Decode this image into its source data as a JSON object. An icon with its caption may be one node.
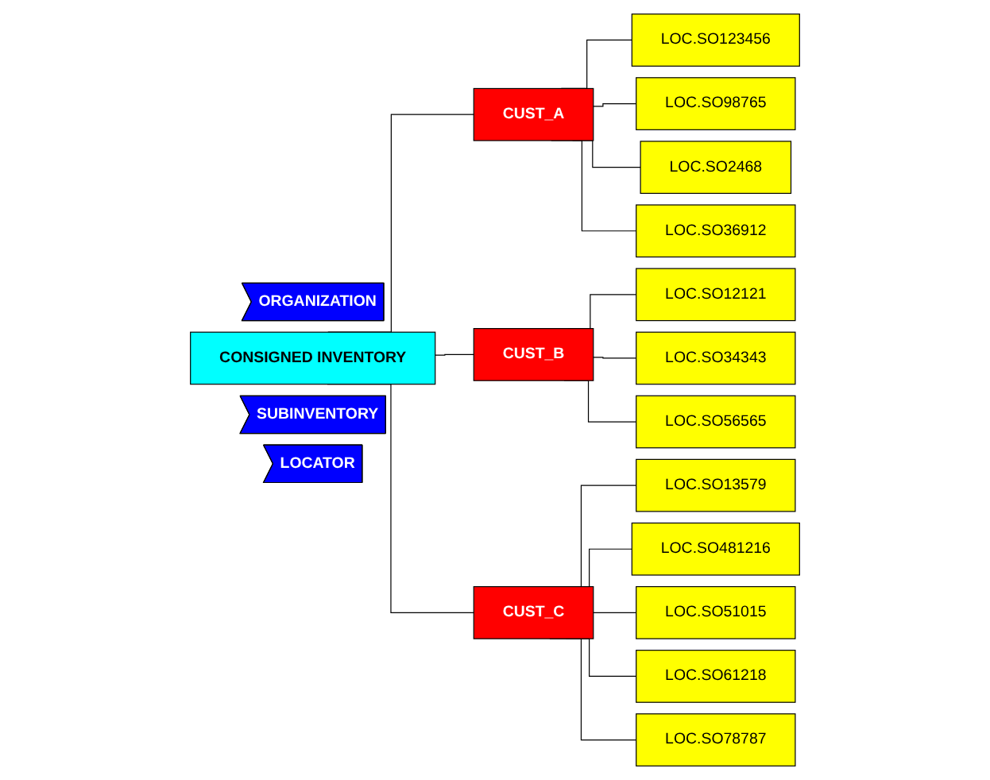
{
  "diagram": {
    "nodes": [
      {
        "text": [
          "ORGANIZATION"
        ]
      },
      {
        "text": [
          "CONSIGNED INVENTORY"
        ]
      },
      {
        "text": [
          "SUBINVENTORY"
        ]
      },
      {
        "text": [
          "CUST_A"
        ]
      },
      {
        "text": [
          "CUST_B"
        ]
      },
      {
        "text": [
          "CUST_C"
        ]
      },
      {
        "text": [
          "LOCATOR"
        ]
      },
      {
        "text": [
          "LOC.SO123456"
        ]
      },
      {
        "text": [
          "LOC.SO98765"
        ]
      },
      {
        "text": [
          "LOC.SO2468"
        ]
      },
      {
        "text": [
          "LOC.SO36912"
        ]
      },
      {
        "text": [
          "LOC.SO12121"
        ]
      },
      {
        "text": [
          "LOC.SO34343"
        ]
      },
      {
        "text": [
          "LOC.SO56565"
        ]
      },
      {
        "text": [
          "LOC.SO13579"
        ]
      },
      {
        "text": [
          "LOC.SO481216"
        ]
      },
      {
        "text": [
          "LOC.SO51015"
        ]
      },
      {
        "text": [
          "LOC.SO61218"
        ]
      },
      {
        "text": [
          "LOC.SO78787"
        ]
      }
    ],
    "edges": [
      {
        "from": 1,
        "to": 3,
        "arrow": "none"
      },
      {
        "from": 1,
        "to": 4,
        "arrow": "none"
      },
      {
        "from": 1,
        "to": 5,
        "arrow": "none"
      },
      {
        "from": 3,
        "to": 7,
        "arrow": "none"
      },
      {
        "from": 3,
        "to": 8,
        "arrow": "none"
      },
      {
        "from": 3,
        "to": 9,
        "arrow": "none"
      },
      {
        "from": 3,
        "to": 10,
        "arrow": "none"
      },
      {
        "from": 4,
        "to": 11,
        "arrow": "none"
      },
      {
        "from": 4,
        "to": 12,
        "arrow": "none"
      },
      {
        "from": 4,
        "to": 13,
        "arrow": "none"
      },
      {
        "from": 5,
        "to": 14,
        "arrow": "none"
      },
      {
        "from": 5,
        "to": 15,
        "arrow": "none"
      },
      {
        "from": 5,
        "to": 16,
        "arrow": "none"
      },
      {
        "from": 5,
        "to": 17,
        "arrow": "none"
      },
      {
        "from": 5,
        "to": 18,
        "arrow": "none"
      }
    ]
  }
}
